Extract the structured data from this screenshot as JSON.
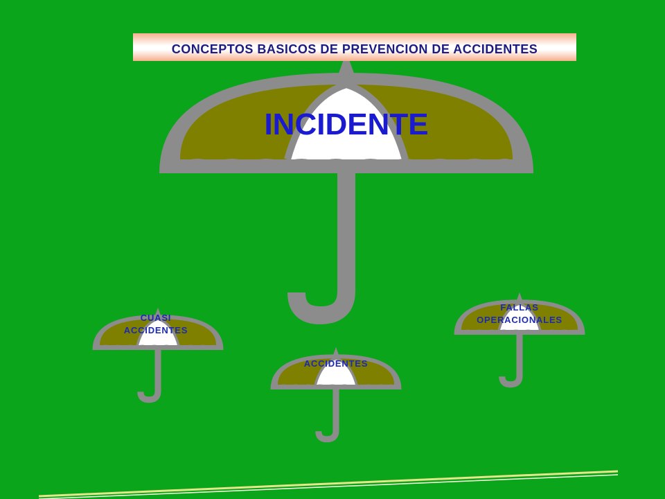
{
  "title": "CONCEPTOS BASICOS DE PREVENCION DE ACCIDENTES",
  "umbrellas": {
    "main": {
      "label": "INCIDENTE"
    },
    "cuasi": {
      "line1": "CUASI",
      "line2": "ACCIDENTES"
    },
    "accidentes": {
      "label": "ACCIDENTES"
    },
    "fallas": {
      "line1": "FALLAS",
      "line2": "OPERACIONALES"
    }
  },
  "colors": {
    "background": "#0aa51a",
    "canopy_frame": "#8c8c8c",
    "canopy_fill": "#7f7f00",
    "canopy_center": "#ffffff",
    "label_text": "#1b2ab0"
  }
}
